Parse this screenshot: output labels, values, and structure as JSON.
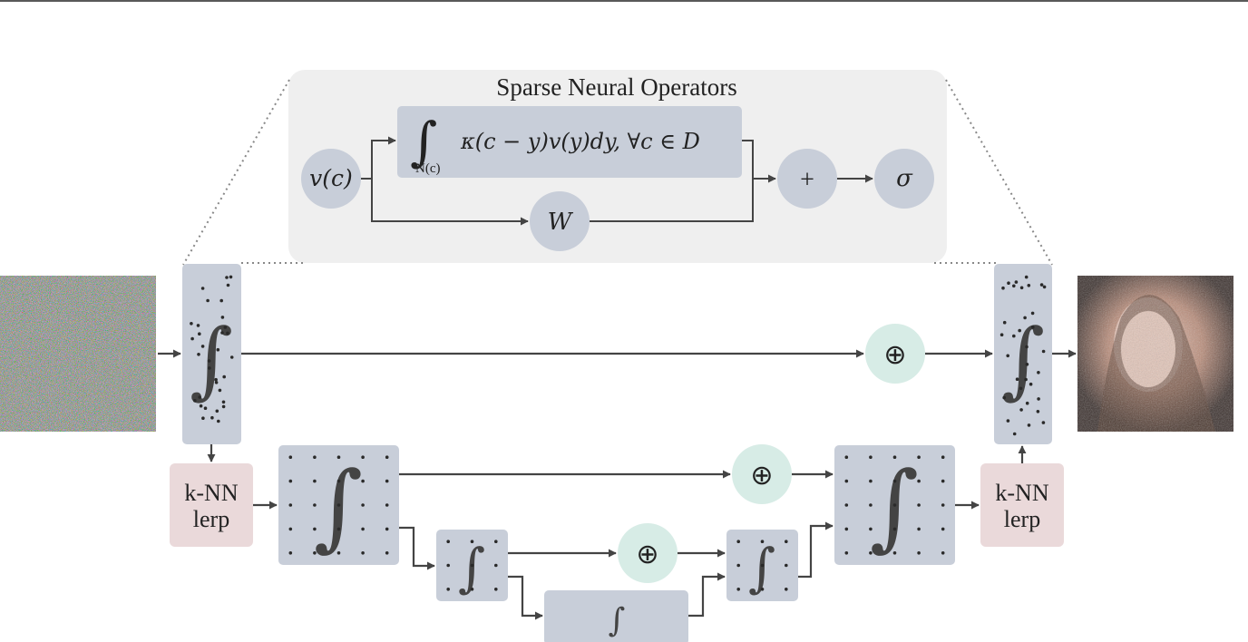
{
  "title": "Sparse Neural Operators",
  "operator": {
    "input_label": "v(c)",
    "integral_sign": "∫",
    "integral_subscript": "N(c)",
    "integral_expression": "κ(c − y)v(y)dy, ∀c ∈ D",
    "linear_label": "W",
    "sum_label": "+",
    "activation_label": "σ"
  },
  "unet": {
    "integral_glyph": "∫",
    "skip_symbol": "⊕",
    "knn_line1": "k-NN",
    "knn_line2": "lerp"
  },
  "colors": {
    "block": "#c8ced9",
    "skip": "#d7ece6",
    "knn": "#ead9da",
    "panel": "#efefef",
    "arrow": "#444444"
  }
}
